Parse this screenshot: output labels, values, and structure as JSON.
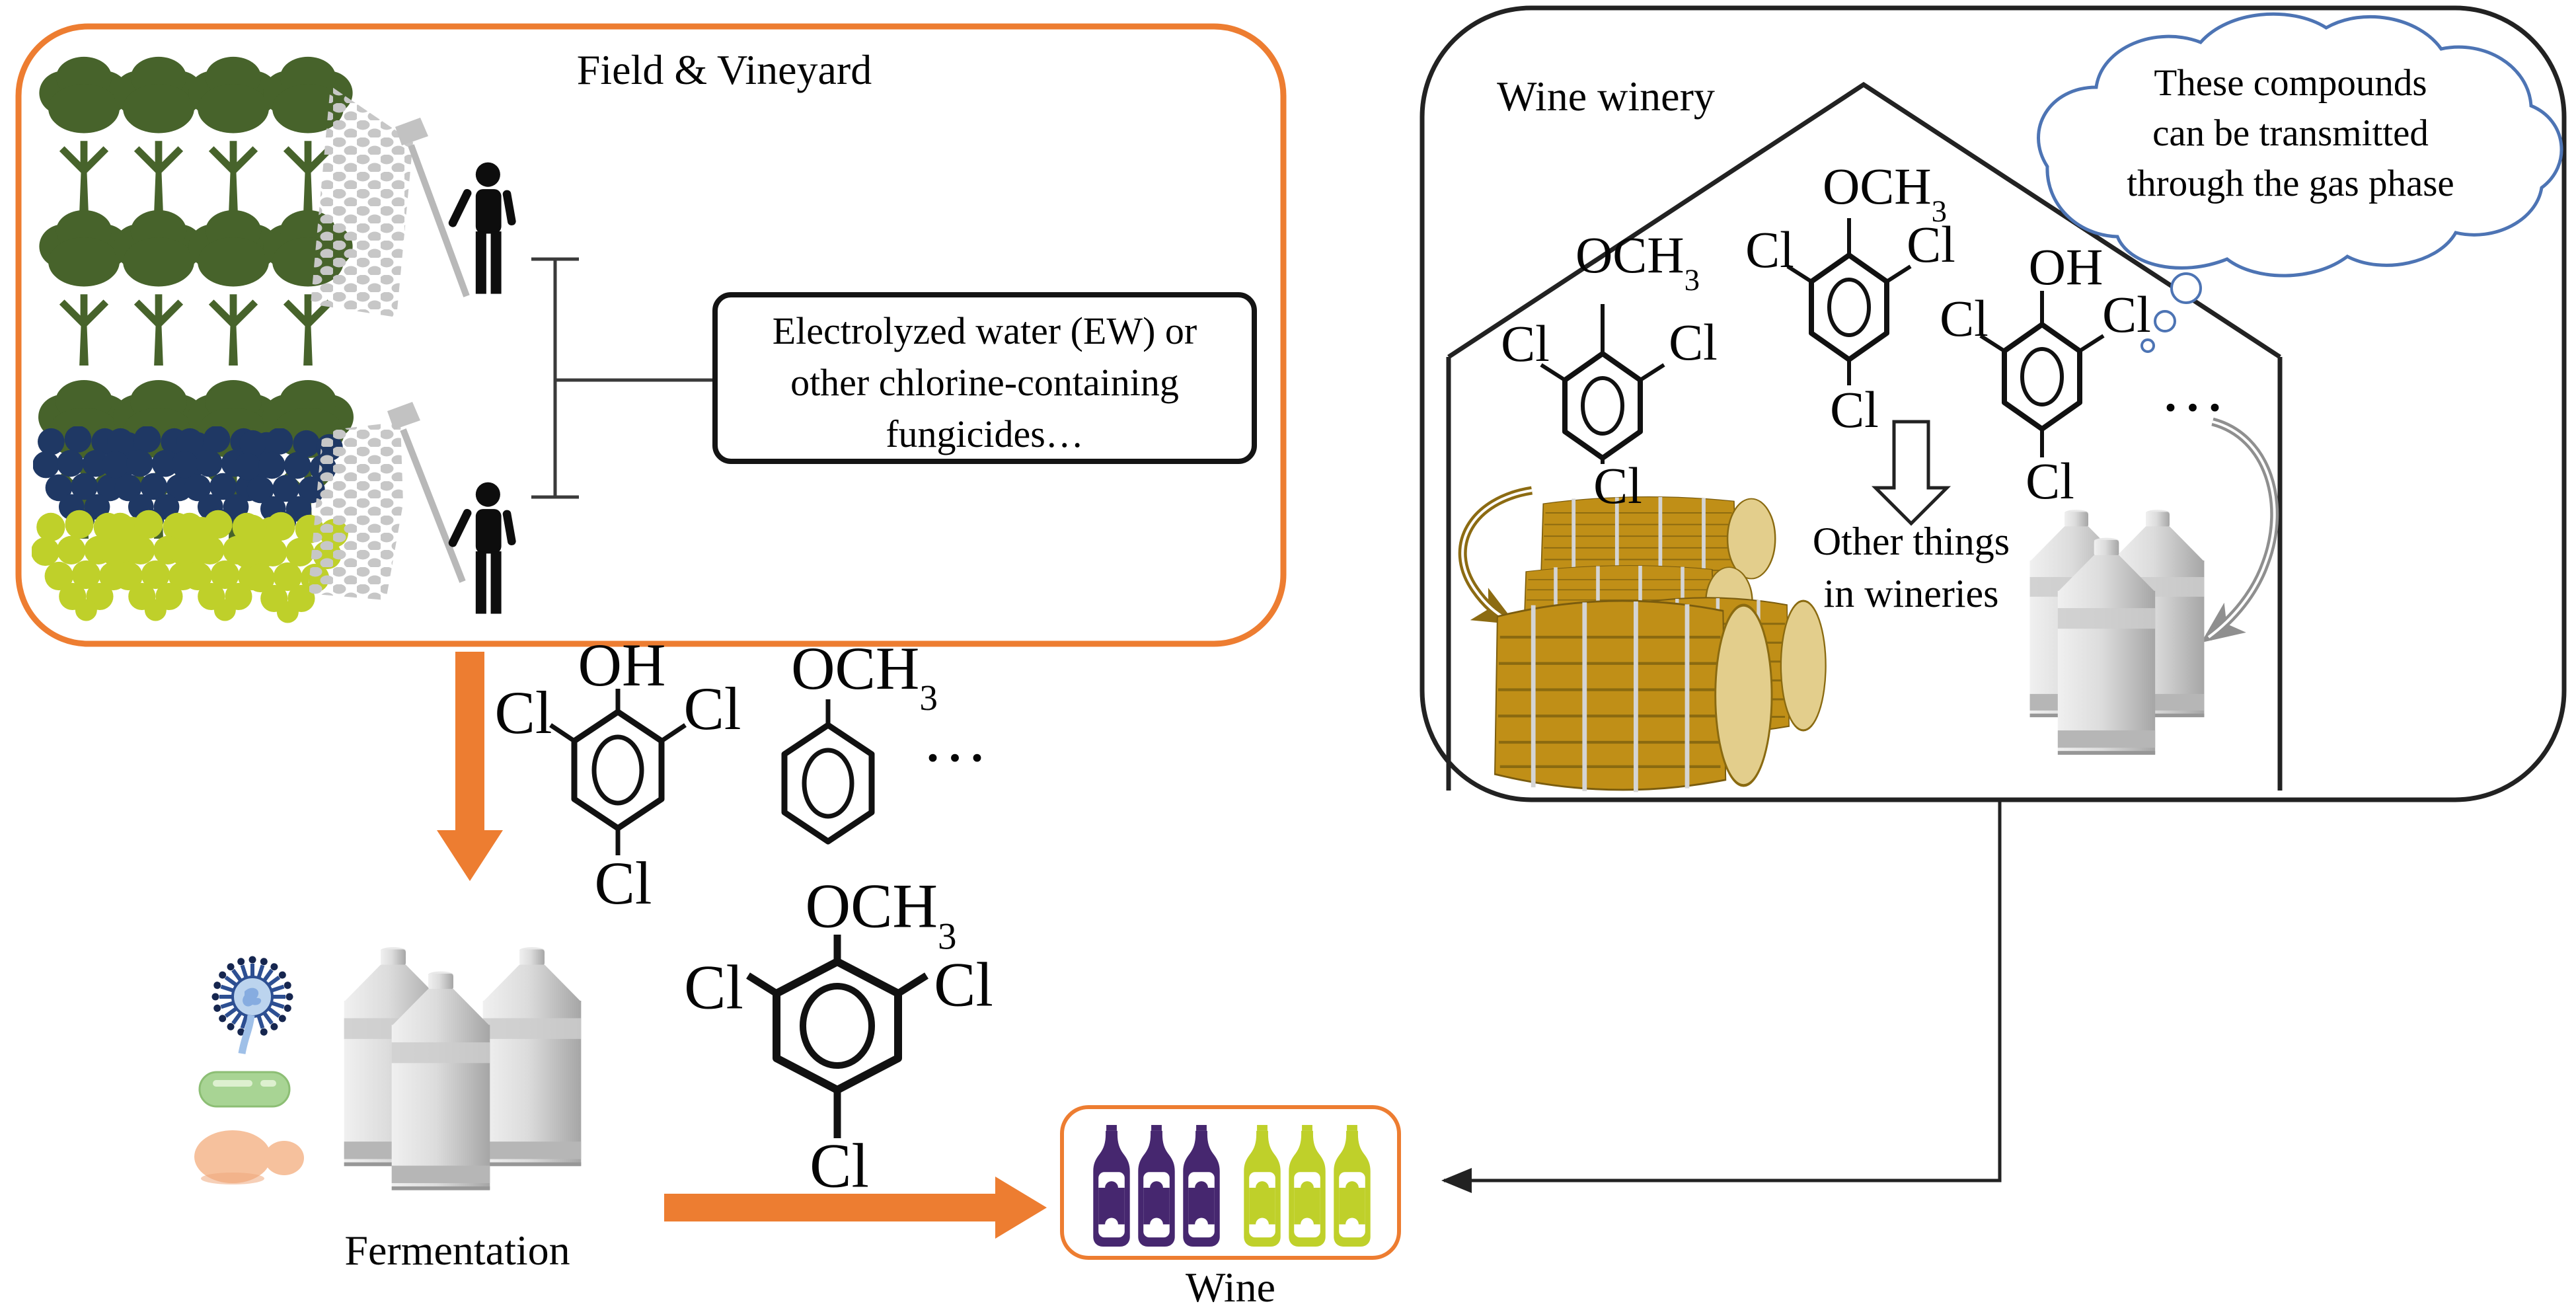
{
  "figure": {
    "field_vineyard": {
      "title": "Field & Vineyard",
      "fungicide_note": [
        "Electrolyzed water (EW) or",
        "other chlorine-containing",
        "fungicides…"
      ]
    },
    "winery": {
      "title": "Wine winery",
      "thought_cloud": [
        "These compounds",
        "can be transmitted",
        "through the gas phase"
      ],
      "other_things": [
        "Other things",
        "in wineries"
      ]
    },
    "fermentation_label": "Fermentation",
    "wine_label": "Wine",
    "chem": {
      "oh": "OH",
      "och": "OCH",
      "subscript_3": "3",
      "cl": "Cl",
      "ellipsis": "…"
    },
    "icons": {
      "tree": "tree-icon",
      "grapes": "grape-bunch-icon",
      "sprayer": "sprayer-person-icon",
      "mist": "spray-mist-icon",
      "barrel": "oak-barrel-icon",
      "tank": "steel-tank-icon",
      "bottle": "wine-bottle-icon",
      "mold": "mold-icon",
      "bacterium": "bacterium-icon",
      "yeast": "yeast-icon",
      "cloud": "thought-cloud",
      "house": "winery-house-outline"
    },
    "colors": {
      "accent_orange": "#ED7D31",
      "tree_green": "#47632B",
      "grape_navy": "#1F3864",
      "grape_yellow_green": "#BFD02A",
      "bottle_purple": "#46276F",
      "bottle_green": "#BFD02A",
      "barrel_gold": "#C08F17",
      "cloud_blue": "#4D74B4",
      "mold_blue": "#2D4F92",
      "bacterium_green": "#A8D494",
      "yeast_peach": "#F6C19D",
      "curved_arrow_brown": "#8C6B12",
      "curved_arrow_gray": "#8F8F8F"
    }
  }
}
